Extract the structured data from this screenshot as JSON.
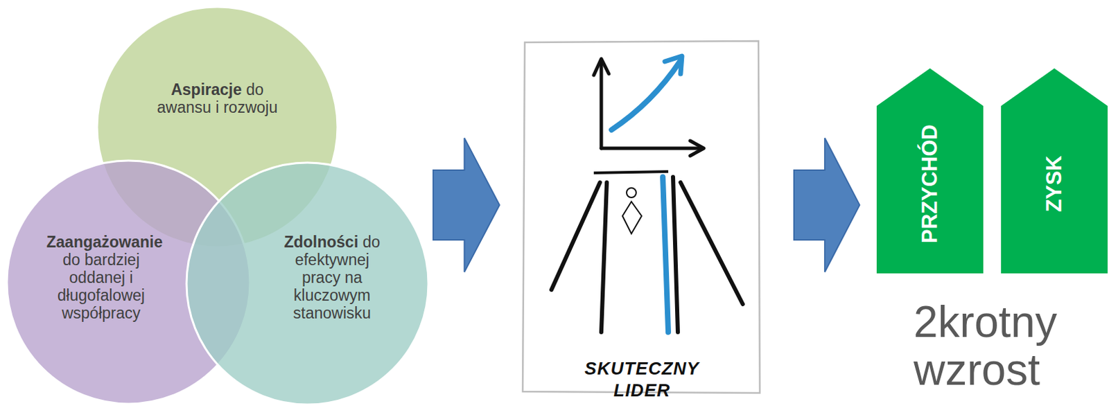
{
  "diagram": {
    "nodes": [
      {
        "text": [
          "Aspiracje",
          "do awansu i rozwoju"
        ]
      },
      {
        "text": [
          "Zaangażowanie",
          "do bardziej oddanej i długofalowej współpracy"
        ]
      },
      {
        "text": [
          "Zdolności",
          "do efektywnej pracy na kluczowym stanowisku"
        ]
      },
      {
        "text": [
          "SKUTECZNY LIDER"
        ]
      },
      {
        "text": [
          "PRZYCHÓD"
        ]
      },
      {
        "text": [
          "ZYSK"
        ]
      }
    ],
    "edges": [
      {
        "from": 2,
        "to": 3,
        "arrow": "to"
      },
      {
        "from": 3,
        "to": 4,
        "arrow": "to"
      }
    ],
    "labels": [
      "2krotny wzrost"
    ]
  }
}
